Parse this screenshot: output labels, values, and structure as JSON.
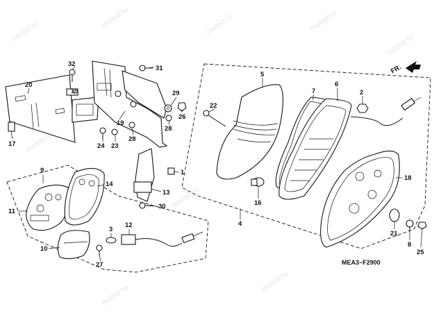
{
  "diagram": {
    "code": "MEA3−F2900",
    "direction_label": "FR.",
    "watermark": "motod.ru",
    "callouts": {
      "c1": "1",
      "c2": "2",
      "c3": "3",
      "c4": "4",
      "c5": "5",
      "c6": "6",
      "c7": "7",
      "c8": "8",
      "c9": "9",
      "c10": "10",
      "c11": "11",
      "c12": "12",
      "c13": "13",
      "c14": "14",
      "c15": "15",
      "c16": "16",
      "c17": "17",
      "c18": "18",
      "c19": "19",
      "c20": "20",
      "c21": "21",
      "c22": "22",
      "c23": "23",
      "c24": "24",
      "c25": "25",
      "c26": "26",
      "c27": "27",
      "c28a": "28",
      "c28b": "28",
      "c29": "29",
      "c30": "30",
      "c31": "31",
      "c32": "32"
    }
  }
}
